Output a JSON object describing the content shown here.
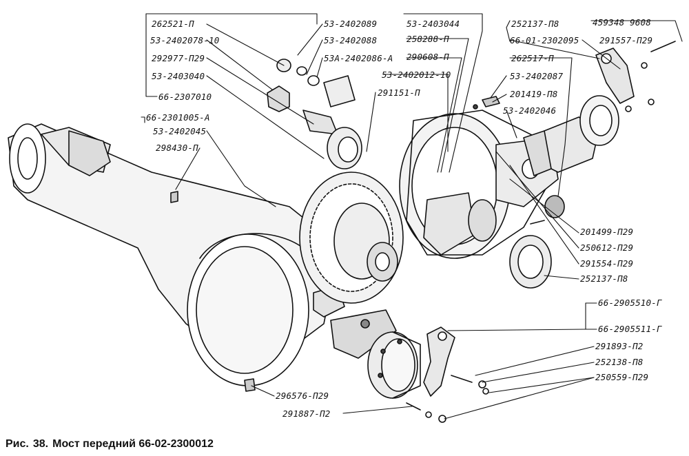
{
  "labels": {
    "l262521": "262521-П",
    "l53_2402078": "53-2402078-10",
    "l292977": "292977-П29",
    "l53_2403040": "53-2403040",
    "l66_2307010": "66-2307010",
    "l66_2301005": "66-2301005-А",
    "l53_2402045": "53-2402045",
    "l298430": "298430-П",
    "l53_2402089": "53-2402089",
    "l53_2402088": "53-2402088",
    "l53A_2402086": "53А-2402086-А",
    "l53_2403044": "53-2403044",
    "l258288": "258288-П",
    "l290608": "290608-П",
    "l53_2402012": "53-2402012-10",
    "l291151": "291151-П",
    "l252137_top": "252137-П8",
    "l459348": "459348 9608",
    "l66_01_2302095": "66-01-2302095",
    "l291557": "291557-П29",
    "l262517": "262517-П",
    "l53_2402087": "53-2402087",
    "l201419": "201419-П8",
    "l53_2402046": "53-2402046",
    "l201499": "201499-П29",
    "l250612": "250612-П29",
    "l291554": "291554-П29",
    "l252137_bot": "252137-П8",
    "l66_2905510": "66-2905510-Г",
    "l66_2905511": "66-2905511-Г",
    "l291893": "291893-П2",
    "l252138": "252138-П8",
    "l250559": "250559-П29",
    "l296576": "296576-П29",
    "l291887": "291887-П2"
  },
  "caption": {
    "prefix": "Рис.",
    "number": "38.",
    "title": "Мост передний 66-02-2300012"
  }
}
